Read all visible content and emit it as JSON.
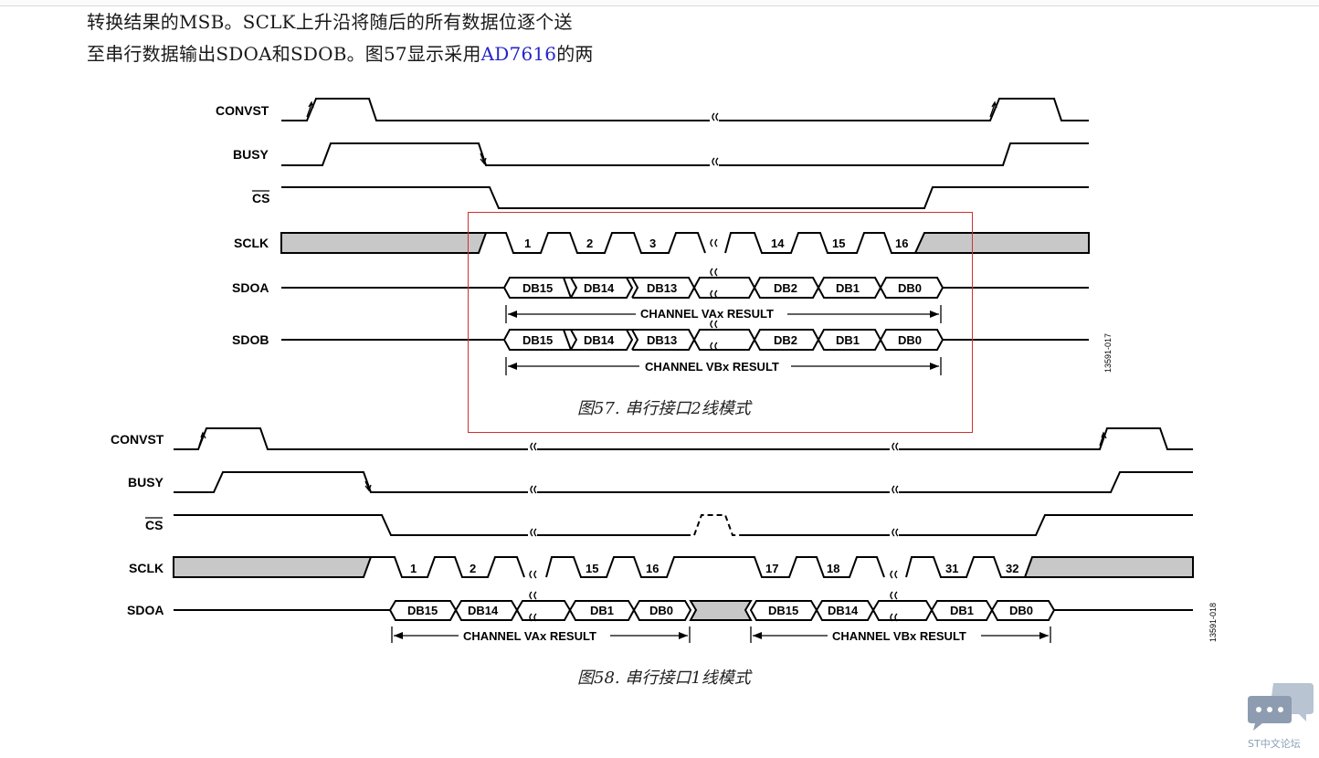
{
  "paragraph": {
    "line1": "转换结果的MSB。SCLK上升沿将随后的所有数据位逐个送",
    "line2_prefix": "至串行数据输出SDOA和SDOB。图57显示采用",
    "line2_link": "AD7616",
    "line2_suffix": "的两"
  },
  "figure57": {
    "caption": "图57. 串行接口2线模式",
    "signals": [
      "CONVST",
      "BUSY",
      "CS",
      "SCLK",
      "SDOA",
      "SDOB"
    ],
    "sclk_numbers": [
      "1",
      "2",
      "3",
      "14",
      "15",
      "16"
    ],
    "data_cells": [
      "DB15",
      "DB14",
      "DB13",
      "DB2",
      "DB1",
      "DB0"
    ],
    "span_a": "CHANNEL VAx RESULT",
    "span_b": "CHANNEL VBx RESULT",
    "id": "13591-017"
  },
  "figure58": {
    "caption": "图58. 串行接口1线模式",
    "signals": [
      "CONVST",
      "BUSY",
      "CS",
      "SCLK",
      "SDOA"
    ],
    "sclk_numbers": [
      "1",
      "2",
      "15",
      "16",
      "17",
      "18",
      "31",
      "32"
    ],
    "data_cells_a": [
      "DB15",
      "DB14",
      "DB1",
      "DB0"
    ],
    "data_cells_b": [
      "DB15",
      "DB14",
      "DB1",
      "DB0"
    ],
    "span_a": "CHANNEL VAx RESULT",
    "span_b": "CHANNEL VBx RESULT",
    "id": "13591-018"
  },
  "watermark": {
    "label": "ST中文论坛"
  },
  "colors": {
    "highlight_box": "#d03030",
    "link": "#2525c8",
    "shade": "#c8c8c8"
  }
}
